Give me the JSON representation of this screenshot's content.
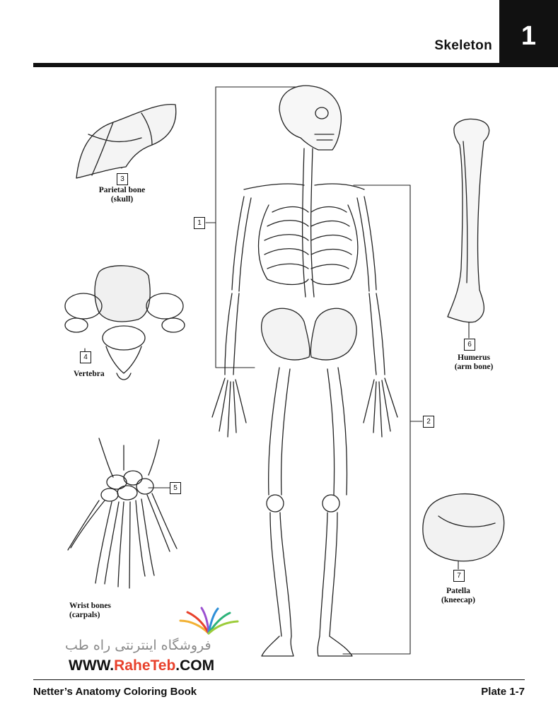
{
  "header": {
    "chapter_title": "Skeleton",
    "chapter_number": "1"
  },
  "labels": {
    "n1": "1",
    "n2": "2",
    "n3": "3",
    "n4": "4",
    "n5": "5",
    "n6": "6",
    "n7": "7",
    "parietal_name": "Parietal bone",
    "parietal_note": "(skull)",
    "vertebra_name": "Vertebra",
    "wrist_name": "Wrist bones",
    "wrist_note": "(carpals)",
    "humerus_name": "Humerus",
    "humerus_note": "(arm bone)",
    "patella_name": "Patella",
    "patella_note": "(kneecap)"
  },
  "watermark": {
    "persian": "فروشگاه اینترنتی راه طب",
    "url_prefix": "WWW.",
    "url_brand": "RaheTeb",
    "url_suffix": ".COM"
  },
  "footer": {
    "book": "Netter’s Anatomy Coloring Book",
    "plate": "Plate 1-7"
  }
}
